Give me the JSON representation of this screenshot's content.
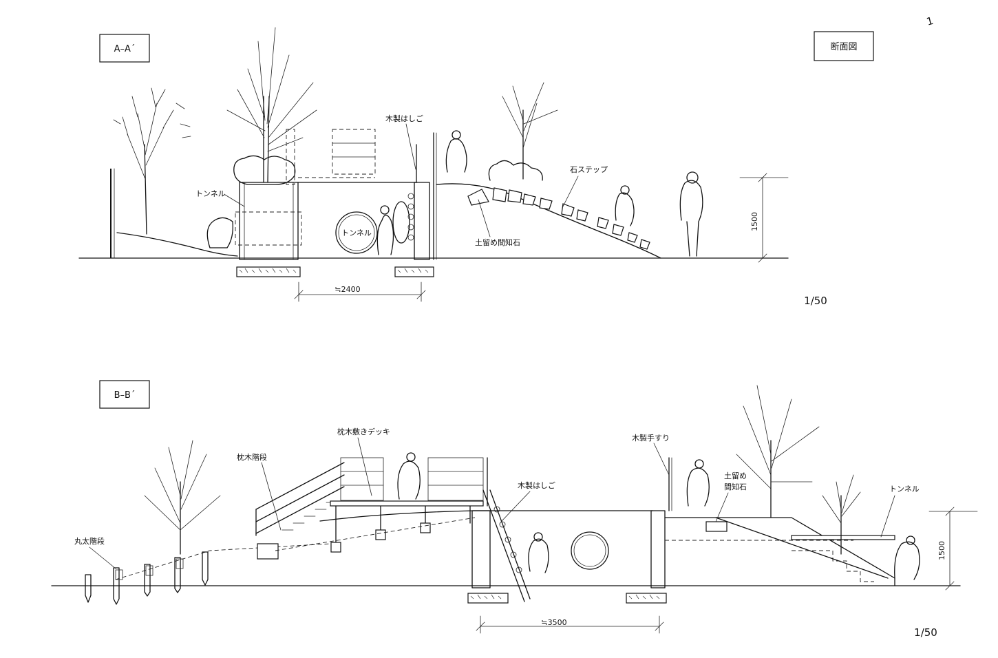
{
  "page_tag": "断面図",
  "sheet_mark": "1",
  "section_aa": {
    "title": "A–A´",
    "scale": "1/50",
    "labels": {
      "tunnel_left": "トンネル",
      "tunnel_pipe": "トンネル",
      "ladder": "木製はしご",
      "stone_step": "石ステップ",
      "retaining_stone": "土留め間知石"
    },
    "dim_width": "≒2400",
    "dim_height": "1500"
  },
  "section_bb": {
    "title": "B–B´",
    "scale": "1/50",
    "labels": {
      "log_steps": "丸太階段",
      "sleeper_steps": "枕木階段",
      "sleeper_deck": "枕木敷きデッキ",
      "ladder": "木製はしご",
      "handrail": "木製手すり",
      "retaining_stone_1": "土留め",
      "retaining_stone_2": "間知石",
      "tunnel": "トンネル"
    },
    "dim_width": "≒3500",
    "dim_height": "1500"
  }
}
